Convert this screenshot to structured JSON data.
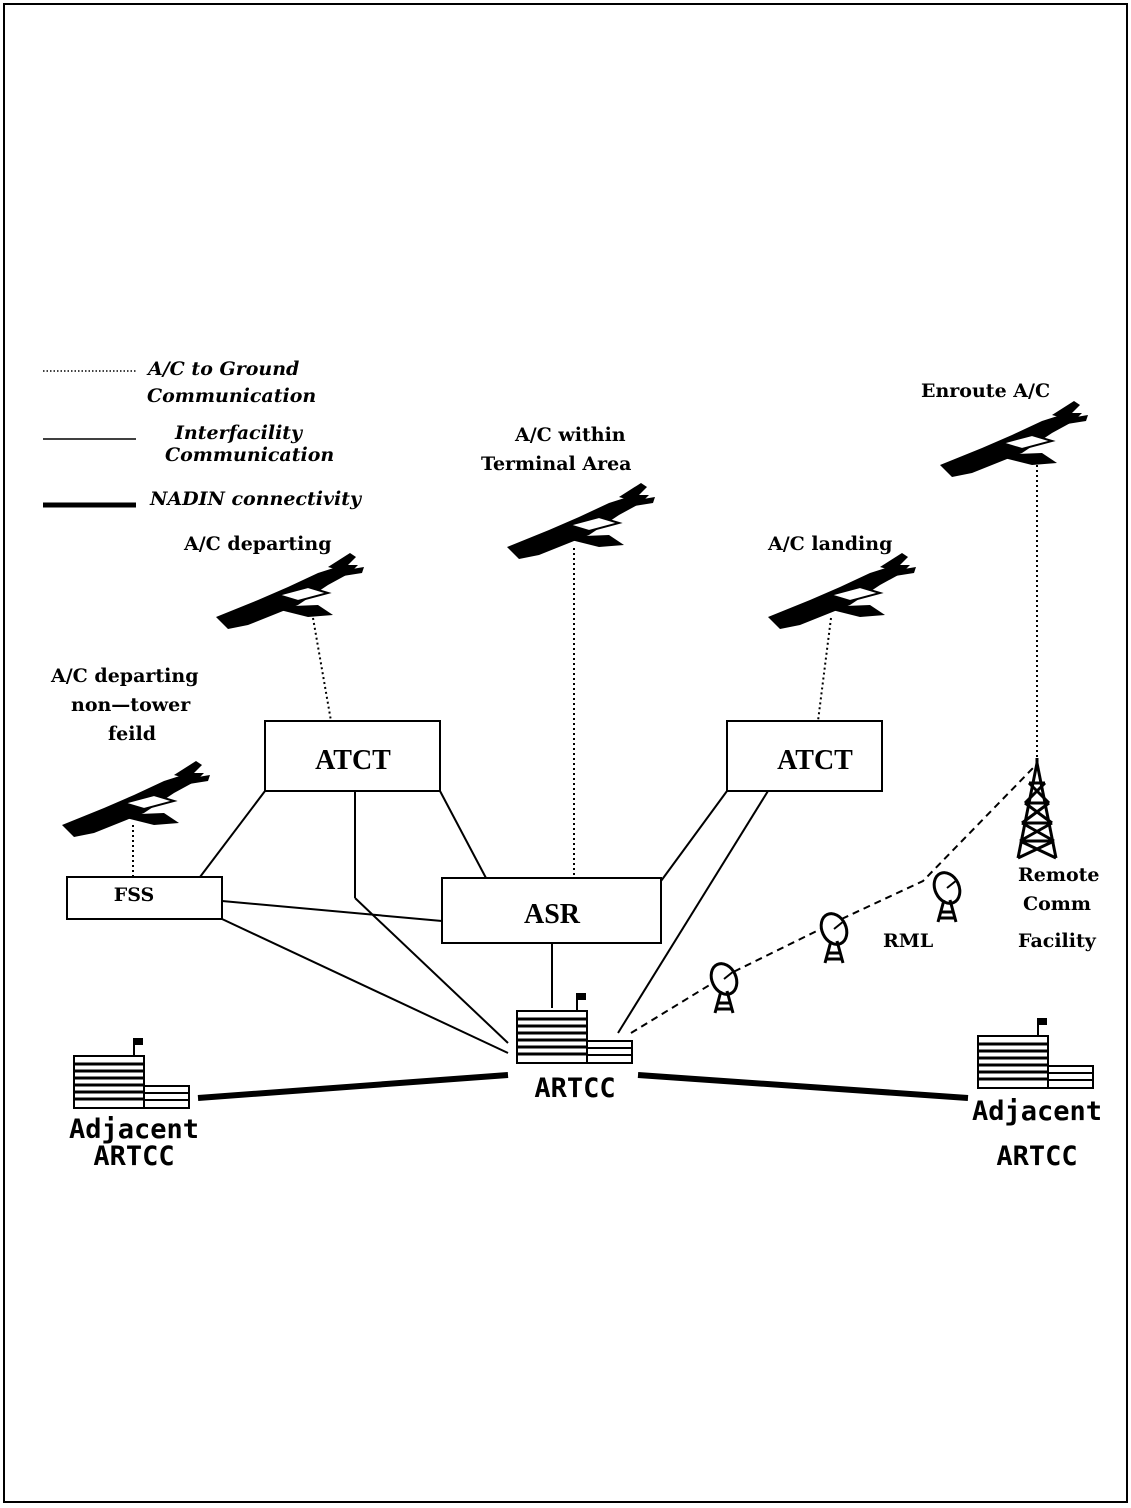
{
  "legend": [
    {
      "style": "dotted",
      "line1": "A/C to Ground",
      "line2": "Communication"
    },
    {
      "style": "thin",
      "line1": "Interfacility",
      "line2": "Communication"
    },
    {
      "style": "thick",
      "line1": "NADIN connectivity",
      "line2": ""
    }
  ],
  "aircraft_labels": {
    "enroute": "Enroute A/C",
    "terminal_1": "A/C within",
    "terminal_2": "Terminal Area",
    "departing": "A/C departing",
    "landing": "A/C landing",
    "nontower_1": "A/C departing",
    "nontower_2": "non—tower",
    "nontower_3": "feild"
  },
  "facilities": {
    "atct_left": "ATCT",
    "atct_right": "ATCT",
    "fss": "FSS",
    "asr": "ASR",
    "artcc": "ARTCC",
    "adjacent_left_1": "Adjacent",
    "adjacent_left_2": "ARTCC",
    "adjacent_right_1": "Adjacent",
    "adjacent_right_2": "ARTCC",
    "rml": "RML",
    "remote_1": "Remote",
    "remote_2": "Comm",
    "remote_3": "Facility"
  },
  "icons": [
    "airplane-icon",
    "building-icon",
    "radar-dish-icon",
    "radio-tower-icon"
  ]
}
